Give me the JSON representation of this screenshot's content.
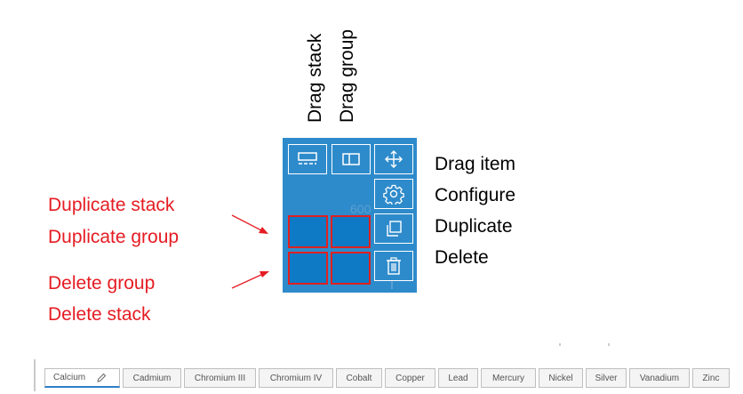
{
  "top_labels": {
    "drag_stack": "Drag stack",
    "drag_group": "Drag group"
  },
  "panel": {
    "faint_number": "600",
    "buttons": {
      "drag_stack_icon": "stack-layout-icon",
      "drag_group_icon": "group-layout-icon",
      "drag_item_icon": "move-arrows-icon",
      "configure_icon": "gear-icon",
      "duplicate_icon": "duplicate-icon",
      "delete_icon": "trash-icon"
    }
  },
  "right_labels": [
    "Drag item",
    "Configure",
    "Duplicate",
    "Delete"
  ],
  "left_labels": [
    "Duplicate stack",
    "Duplicate group",
    "Delete group",
    "Delete stack"
  ],
  "colors": {
    "panel": "#2e8bcb",
    "red": "#e51c23",
    "tab_active_underline": "#2e7fc6"
  },
  "tabs": {
    "active": "Calcium",
    "items": [
      "Cadmium",
      "Chromium III",
      "Chromium IV",
      "Cobalt",
      "Copper",
      "Lead",
      "Mercury",
      "Nickel",
      "Silver",
      "Vanadium",
      "Zinc"
    ]
  }
}
